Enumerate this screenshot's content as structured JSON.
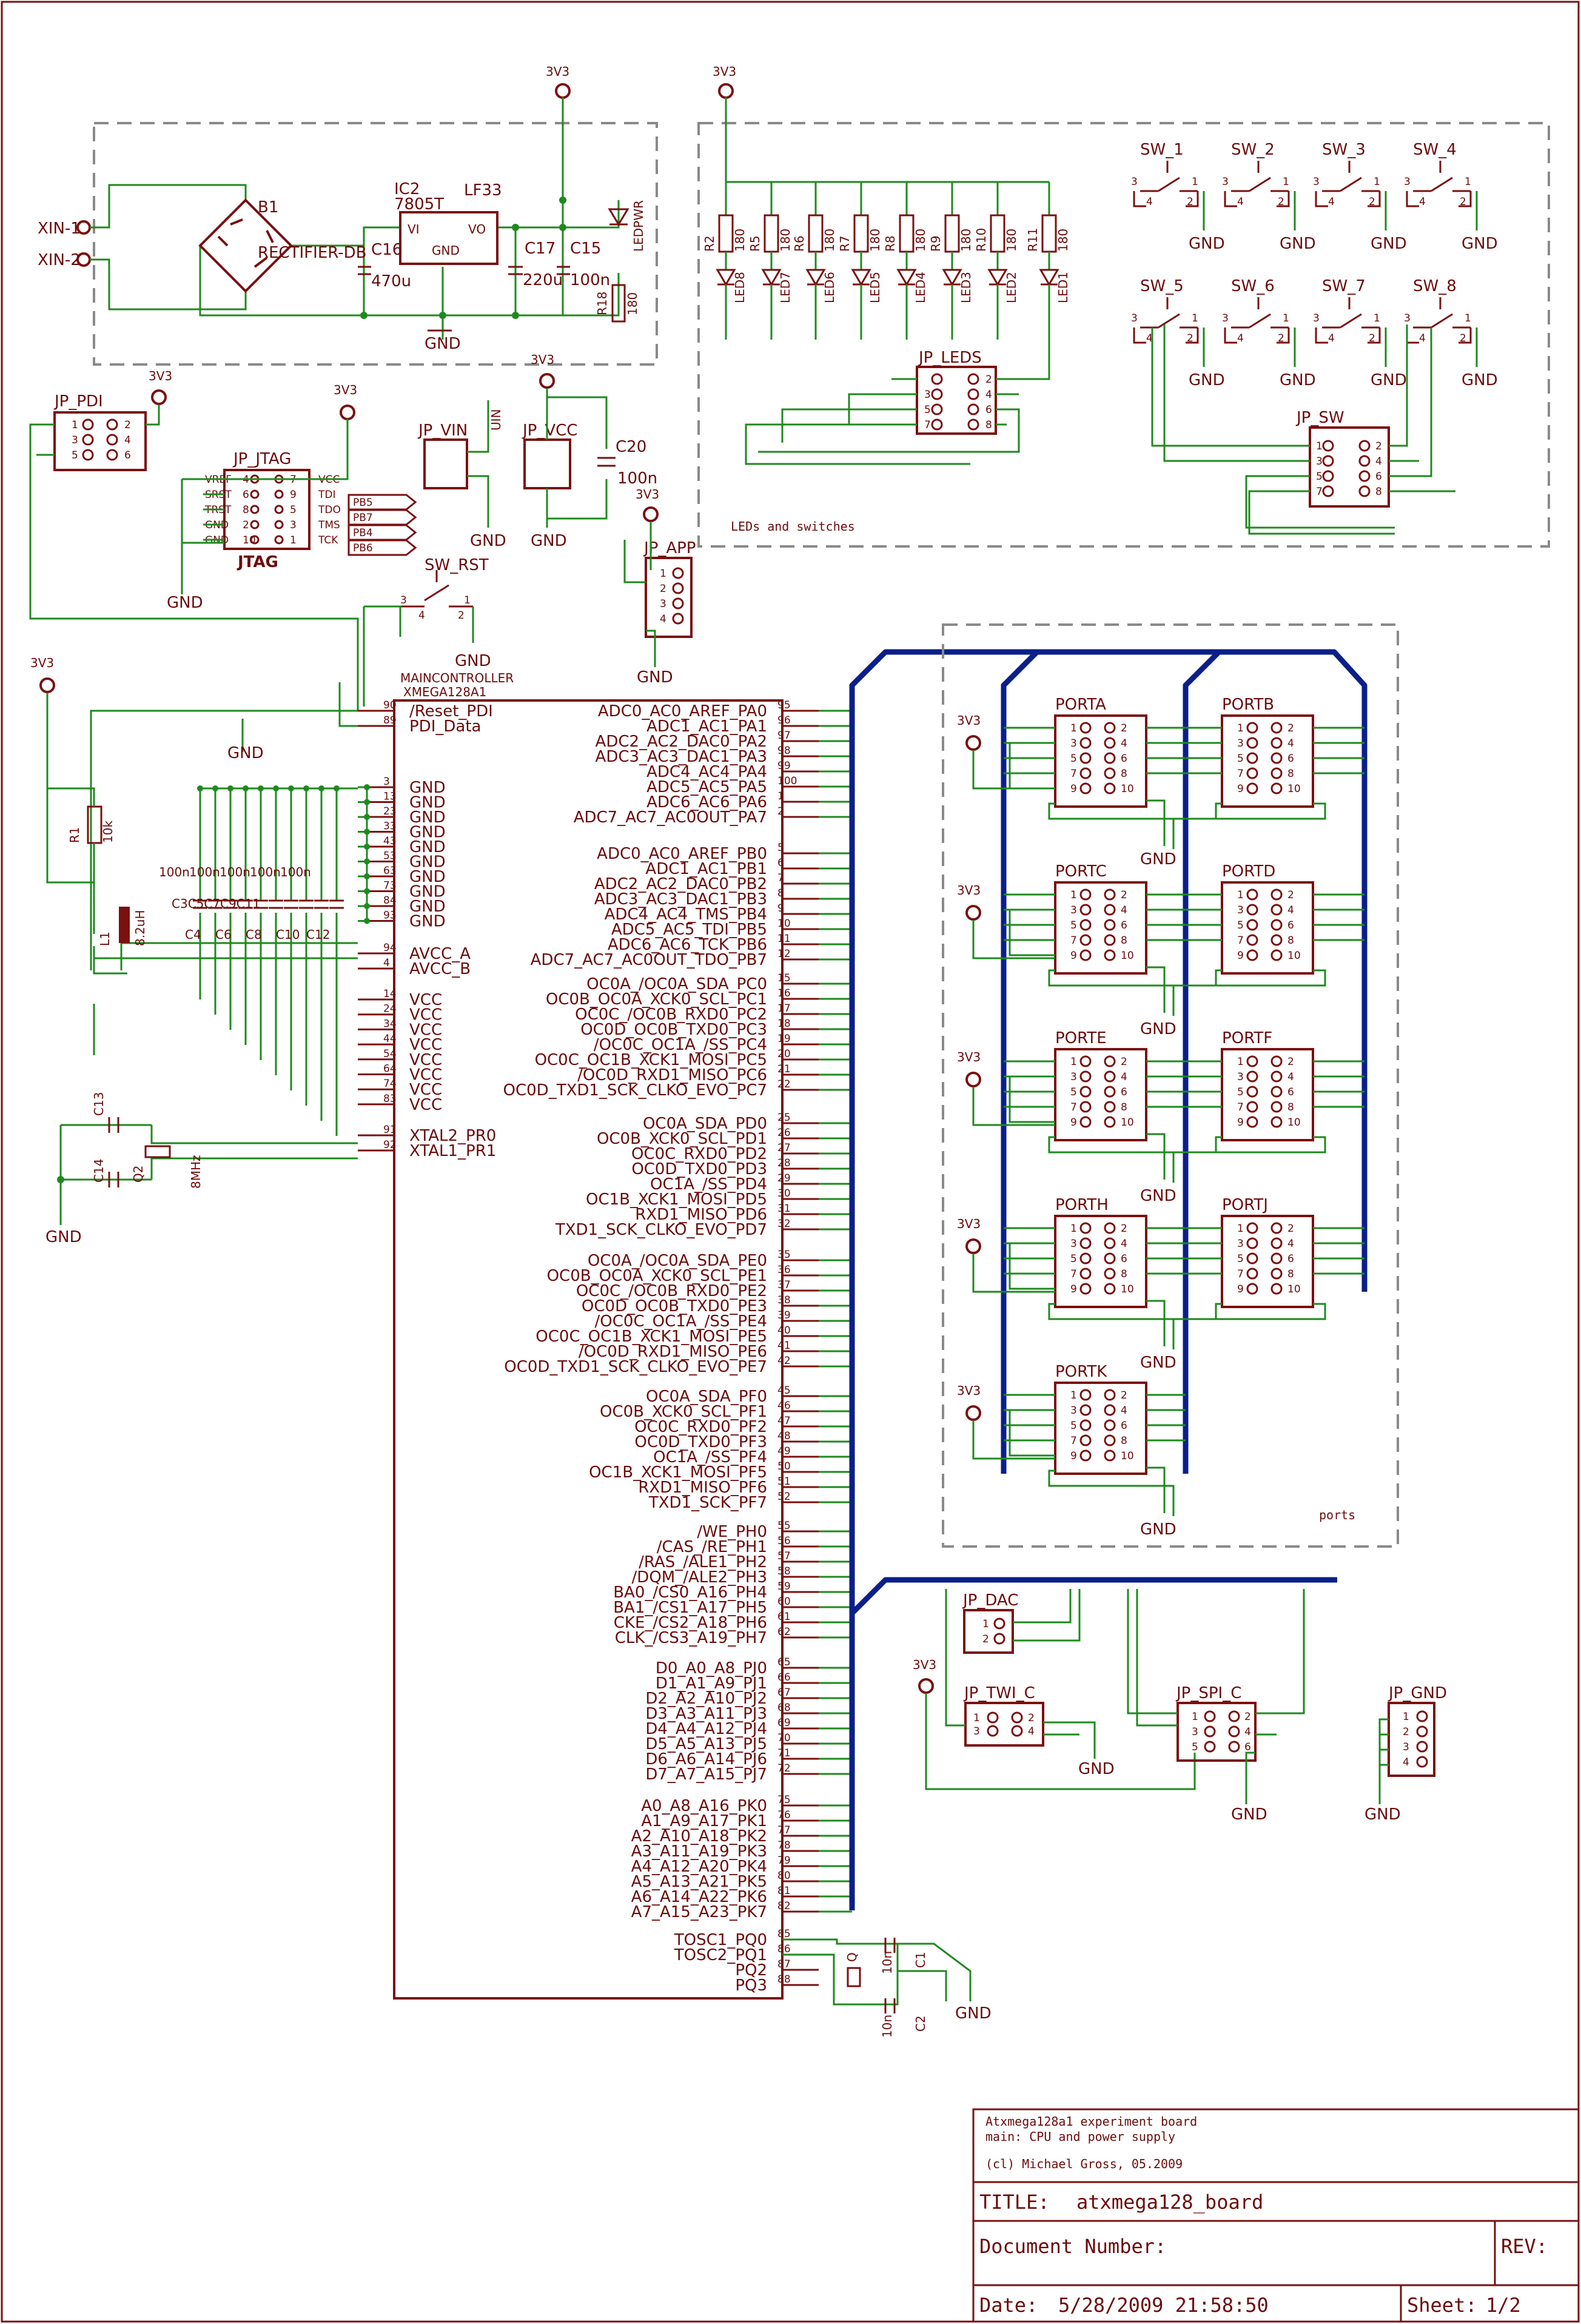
{
  "power_net": "3V3",
  "gnd": "GND",
  "inputs": [
    "XIN-1",
    "XIN-2"
  ],
  "power_block": {
    "b1": "B1",
    "rectifier": "RECTIFIER-DB",
    "ic2": "IC2",
    "ic2_val": "7805T",
    "lf33": "LF33",
    "vi": "VI",
    "vo": "VO",
    "reg_gnd": "GND",
    "c16": "C16",
    "c16_val": "470u",
    "c17": "C17",
    "c17_val": "220u",
    "c15": "C15",
    "c15_val": "100n",
    "r18": "R18",
    "r18_val": "180",
    "ledpwr": "LEDPWR"
  },
  "leds_block": {
    "resistors": [
      "R2",
      "R5",
      "R6",
      "R7",
      "R8",
      "R9",
      "R10",
      "R11"
    ],
    "res_val": "180",
    "leds": [
      "LED8",
      "LED7",
      "LED6",
      "LED5",
      "LED4",
      "LED3",
      "LED2",
      "LED1"
    ],
    "jp_leds": "JP_LEDS",
    "caption": "LEDs and switches"
  },
  "switches": [
    "SW_1",
    "SW_2",
    "SW_3",
    "SW_4",
    "SW_5",
    "SW_6",
    "SW_7",
    "SW_8"
  ],
  "jp_sw": "JP_SW",
  "jp_pdi": "JP_PDI",
  "jp_jtag": "JP_JTAG",
  "jtag": {
    "left": [
      "VREF",
      "SRST",
      "TRST",
      "GND",
      "GND"
    ],
    "right": [
      "VCC",
      "TDI",
      "TDO",
      "TMS",
      "TCK"
    ],
    "pins_l": [
      "4",
      "6",
      "8",
      "2",
      "10"
    ],
    "pins_r": [
      "7",
      "9",
      "5",
      "3",
      "1"
    ],
    "ports": [
      "PB5",
      "PB7",
      "PB4",
      "PB6"
    ],
    "label": "JTAG"
  },
  "jp_vin": "JP_VIN",
  "uin": "UIN",
  "jp_vcc": "JP_VCC",
  "c20": "C20",
  "c20_val": "100n",
  "jp_app": "JP_APP",
  "sw_rst": "SW_RST",
  "mcu": {
    "name": "MAINCONTROLLER",
    "part": "XMEGA128A1",
    "left_pins": [
      {
        "n": "90",
        "l": "/Reset_PDI"
      },
      {
        "n": "89",
        "l": "PDI_Data"
      },
      {
        "n": "3",
        "l": "GND"
      },
      {
        "n": "13",
        "l": "GND"
      },
      {
        "n": "23",
        "l": "GND"
      },
      {
        "n": "33",
        "l": "GND"
      },
      {
        "n": "43",
        "l": "GND"
      },
      {
        "n": "53",
        "l": "GND"
      },
      {
        "n": "63",
        "l": "GND"
      },
      {
        "n": "73",
        "l": "GND"
      },
      {
        "n": "84",
        "l": "GND"
      },
      {
        "n": "93",
        "l": "GND"
      },
      {
        "n": "94",
        "l": "AVCC_A"
      },
      {
        "n": "4",
        "l": "AVCC_B"
      },
      {
        "n": "14",
        "l": "VCC"
      },
      {
        "n": "24",
        "l": "VCC"
      },
      {
        "n": "34",
        "l": "VCC"
      },
      {
        "n": "44",
        "l": "VCC"
      },
      {
        "n": "54",
        "l": "VCC"
      },
      {
        "n": "64",
        "l": "VCC"
      },
      {
        "n": "74",
        "l": "VCC"
      },
      {
        "n": "83",
        "l": "VCC"
      },
      {
        "n": "91",
        "l": "XTAL2_PR0"
      },
      {
        "n": "92",
        "l": "XTAL1_PR1"
      }
    ],
    "right_groups": [
      [
        {
          "n": "95",
          "l": "ADC0_AC0_AREF_PA0"
        },
        {
          "n": "96",
          "l": "ADC1_AC1_PA1"
        },
        {
          "n": "97",
          "l": "ADC2_AC2_DAC0_PA2"
        },
        {
          "n": "98",
          "l": "ADC3_AC3_DAC1_PA3"
        },
        {
          "n": "99",
          "l": "ADC4_AC4_PA4"
        },
        {
          "n": "100",
          "l": "ADC5_AC5_PA5"
        },
        {
          "n": "1",
          "l": "ADC6_AC6_PA6"
        },
        {
          "n": "2",
          "l": "ADC7_AC7_AC0OUT_PA7"
        }
      ],
      [
        {
          "n": "5",
          "l": "ADC0_AC0_AREF_PB0"
        },
        {
          "n": "6",
          "l": "ADC1_AC1_PB1"
        },
        {
          "n": "7",
          "l": "ADC2_AC2_DAC0_PB2"
        },
        {
          "n": "8",
          "l": "ADC3_AC3_DAC1_PB3"
        },
        {
          "n": "9",
          "l": "ADC4_AC4_TMS_PB4"
        },
        {
          "n": "10",
          "l": "ADC5_AC5_TDI_PB5"
        },
        {
          "n": "11",
          "l": "ADC6_AC6_TCK_PB6"
        },
        {
          "n": "12",
          "l": "ADC7_AC7_AC0OUT_TDO_PB7"
        }
      ],
      [
        {
          "n": "15",
          "l": "OC0A_/OC0A_SDA_PC0"
        },
        {
          "n": "16",
          "l": "OC0B_OC0A_XCK0_SCL_PC1"
        },
        {
          "n": "17",
          "l": "OC0C_/OC0B_RXD0_PC2"
        },
        {
          "n": "18",
          "l": "OC0D_OC0B_TXD0_PC3"
        },
        {
          "n": "19",
          "l": "/OC0C_OC1A_/SS_PC4"
        },
        {
          "n": "20",
          "l": "OC0C_OC1B_XCK1_MOSI_PC5"
        },
        {
          "n": "21",
          "l": "/OC0D_RXD1_MISO_PC6"
        },
        {
          "n": "22",
          "l": "OC0D_TXD1_SCK_CLKO_EVO_PC7"
        }
      ],
      [
        {
          "n": "25",
          "l": "OC0A_SDA_PD0"
        },
        {
          "n": "26",
          "l": "OC0B_XCK0_SCL_PD1"
        },
        {
          "n": "27",
          "l": "OC0C_RXD0_PD2"
        },
        {
          "n": "28",
          "l": "OC0D_TXD0_PD3"
        },
        {
          "n": "29",
          "l": "OC1A_/SS_PD4"
        },
        {
          "n": "30",
          "l": "OC1B_XCK1_MOSI_PD5"
        },
        {
          "n": "31",
          "l": "RXD1_MISO_PD6"
        },
        {
          "n": "32",
          "l": "TXD1_SCK_CLKO_EVO_PD7"
        }
      ],
      [
        {
          "n": "35",
          "l": "OC0A_/OC0A_SDA_PE0"
        },
        {
          "n": "36",
          "l": "OC0B_OC0A_XCK0_SCL_PE1"
        },
        {
          "n": "37",
          "l": "OC0C_/OC0B_RXD0_PE2"
        },
        {
          "n": "38",
          "l": "OC0D_OC0B_TXD0_PE3"
        },
        {
          "n": "39",
          "l": "/OC0C_OC1A_/SS_PE4"
        },
        {
          "n": "40",
          "l": "OC0C_OC1B_XCK1_MOSI_PE5"
        },
        {
          "n": "41",
          "l": "/OC0D_RXD1_MISO_PE6"
        },
        {
          "n": "42",
          "l": "OC0D_TXD1_SCK_CLKO_EVO_PE7"
        }
      ],
      [
        {
          "n": "45",
          "l": "OC0A_SDA_PF0"
        },
        {
          "n": "46",
          "l": "OC0B_XCK0_SCL_PF1"
        },
        {
          "n": "47",
          "l": "OC0C_RXD0_PF2"
        },
        {
          "n": "48",
          "l": "OC0D_TXD0_PF3"
        },
        {
          "n": "49",
          "l": "OC1A_/SS_PF4"
        },
        {
          "n": "50",
          "l": "OC1B_XCK1_MOSI_PF5"
        },
        {
          "n": "51",
          "l": "RXD1_MISO_PF6"
        },
        {
          "n": "52",
          "l": "TXD1_SCK_PF7"
        }
      ],
      [
        {
          "n": "55",
          "l": "/WE_PH0"
        },
        {
          "n": "56",
          "l": "/CAS_/RE_PH1"
        },
        {
          "n": "57",
          "l": "/RAS_/ALE1_PH2"
        },
        {
          "n": "58",
          "l": "/DQM_/ALE2_PH3"
        },
        {
          "n": "59",
          "l": "BA0_/CS0_A16_PH4"
        },
        {
          "n": "60",
          "l": "BA1_/CS1_A17_PH5"
        },
        {
          "n": "61",
          "l": "CKE_/CS2_A18_PH6"
        },
        {
          "n": "62",
          "l": "CLK_/CS3_A19_PH7"
        }
      ],
      [
        {
          "n": "65",
          "l": "D0_A0_A8_PJ0"
        },
        {
          "n": "66",
          "l": "D1_A1_A9_PJ1"
        },
        {
          "n": "67",
          "l": "D2_A2_A10_PJ2"
        },
        {
          "n": "68",
          "l": "D3_A3_A11_PJ3"
        },
        {
          "n": "69",
          "l": "D4_A4_A12_PJ4"
        },
        {
          "n": "70",
          "l": "D5_A5_A13_PJ5"
        },
        {
          "n": "71",
          "l": "D6_A6_A14_PJ6"
        },
        {
          "n": "72",
          "l": "D7_A7_A15_PJ7"
        }
      ],
      [
        {
          "n": "75",
          "l": "A0_A8_A16_PK0"
        },
        {
          "n": "76",
          "l": "A1_A9_A17_PK1"
        },
        {
          "n": "77",
          "l": "A2_A10_A18_PK2"
        },
        {
          "n": "78",
          "l": "A3_A11_A19_PK3"
        },
        {
          "n": "79",
          "l": "A4_A12_A20_PK4"
        },
        {
          "n": "80",
          "l": "A5_A13_A21_PK5"
        },
        {
          "n": "81",
          "l": "A6_A14_A22_PK6"
        },
        {
          "n": "82",
          "l": "A7_A15_A23_PK7"
        }
      ],
      [
        {
          "n": "85",
          "l": "TOSC1_PQ0"
        },
        {
          "n": "86",
          "l": "TOSC2_PQ1"
        },
        {
          "n": "87",
          "l": "PQ2"
        },
        {
          "n": "88",
          "l": "PQ3"
        }
      ]
    ]
  },
  "decoupling": {
    "val": "100n",
    "names": [
      "C4",
      "C6",
      "C8",
      "C10",
      "C12"
    ],
    "overlap": "C3C5C7C9C11"
  },
  "r1": "R1",
  "r1_val": "10k",
  "l1": "L1",
  "l1_val": "8.2uH",
  "xtal": {
    "c13": "C13",
    "c14": "C14",
    "q2": "Q2",
    "freq": "8MHz"
  },
  "tosc": {
    "q": "Q",
    "c1": "C1",
    "c2": "C2",
    "val": "10n"
  },
  "ports": {
    "names": [
      "PORTA",
      "PORTB",
      "PORTC",
      "PORTD",
      "PORTE",
      "PORTF",
      "PORTH",
      "PORTJ",
      "PORTK"
    ],
    "pins_odd": [
      "1",
      "3",
      "5",
      "7",
      "9"
    ],
    "pins_even": [
      "2",
      "4",
      "6",
      "8",
      "10"
    ],
    "caption": "ports"
  },
  "jp_dac": "JP_DAC",
  "jp_twi_c": "JP_TWI_C",
  "jp_spi_c": "JP_SPI_C",
  "jp_gnd": "JP_GND",
  "title_block": {
    "desc1": "Atxmega128a1 experiment board",
    "desc2": "main: CPU and power supply",
    "author": "(cl) Michael Gross, 05.2009",
    "title_label": "TITLE:",
    "title": "atxmega128_board",
    "docnum_label": "Document Number:",
    "rev_label": "REV:",
    "date_label": "Date:",
    "date": "5/28/2009 21:58:50",
    "sheet_label": "Sheet:",
    "sheet": "1/2"
  }
}
